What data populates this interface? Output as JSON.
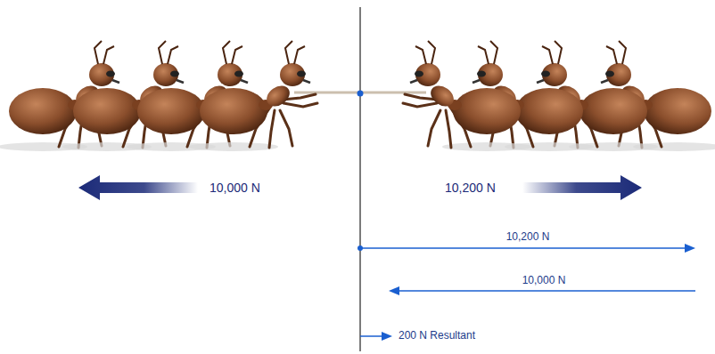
{
  "diagram": {
    "labels": [
      "10,000 N",
      "10,200 N",
      "10,200 N",
      "10,000 N",
      "200 N Resultant"
    ]
  }
}
